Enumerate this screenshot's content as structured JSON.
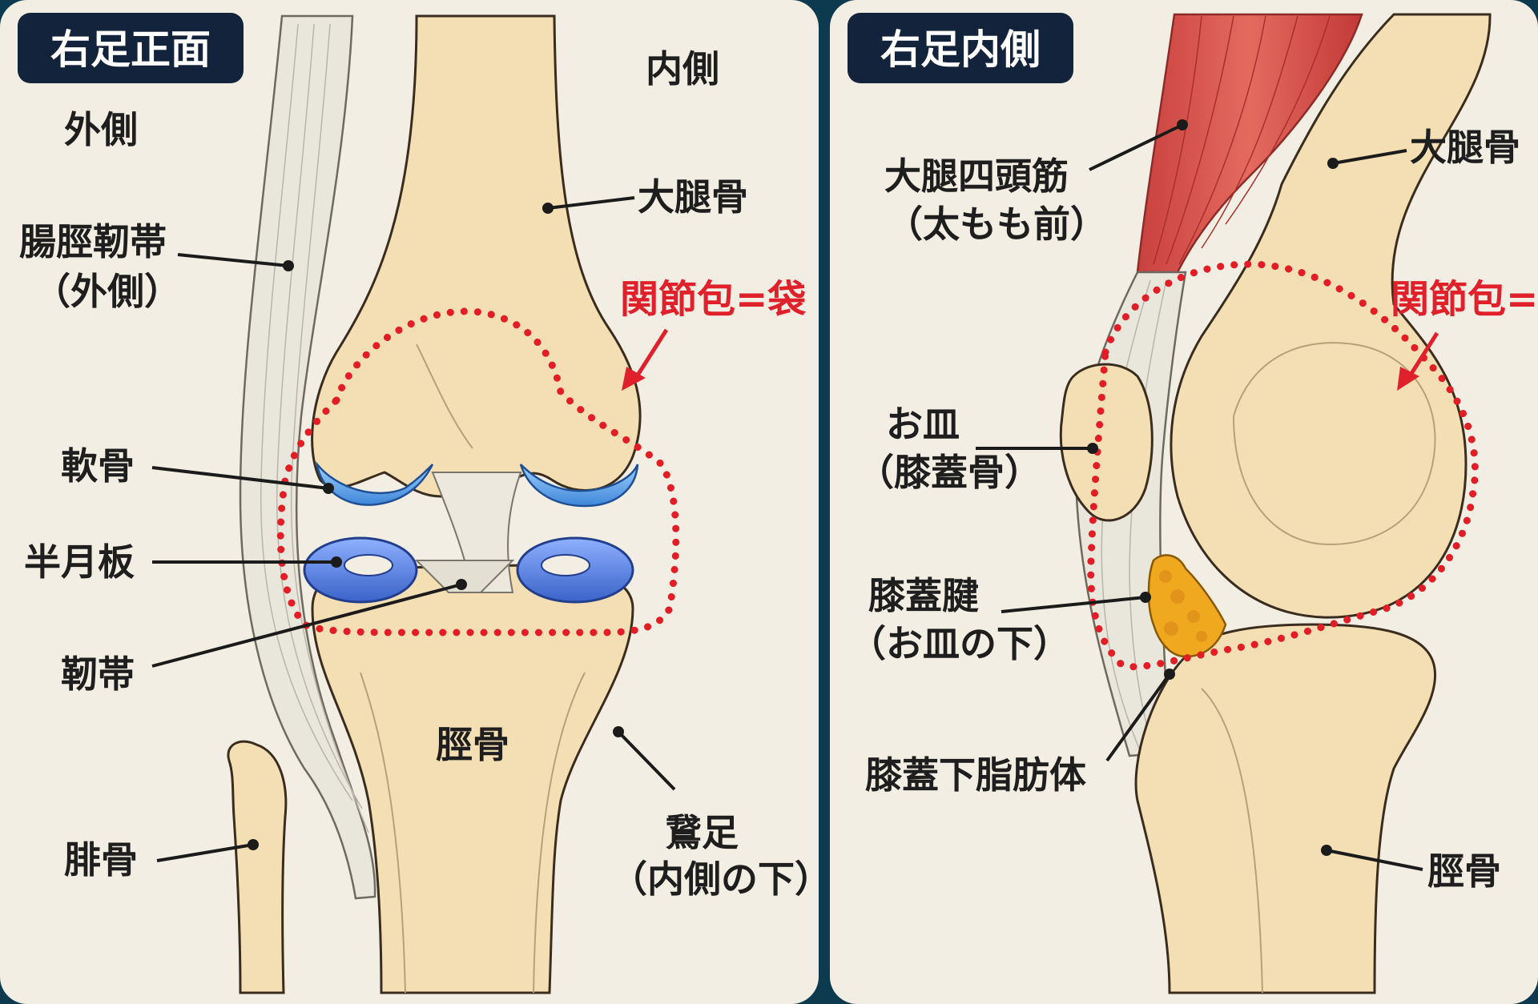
{
  "left_panel": {
    "title": "右足正面",
    "lateral": "外側",
    "medial": "内側",
    "femur": "大腿骨",
    "it_band": [
      "腸脛靭帯",
      "（外側）"
    ],
    "capsule": "関節包=袋",
    "cartilage": "軟骨",
    "meniscus": "半月板",
    "ligament": "靭帯",
    "tibia": "脛骨",
    "fibula": "腓骨",
    "pes_anserinus": [
      "鵞足",
      "（内側の下）"
    ]
  },
  "right_panel": {
    "title": "右足内側",
    "quadriceps": [
      "大腿四頭筋",
      "（太もも前）"
    ],
    "femur": "大腿骨",
    "capsule": "関節包=袋",
    "patella": [
      "お皿",
      "（膝蓋骨）"
    ],
    "patellar_tendon": [
      "膝蓋腱",
      "（お皿の下）"
    ],
    "fat_pad": "膝蓋下脂肪体",
    "tibia": "脛骨"
  },
  "colors": {
    "background": "#0d3a4e",
    "panel": "#f3eee3",
    "bone": "#f4deb4",
    "capsule_dots": "#e21d26",
    "cartilage": "#5aa0e8",
    "meniscus": "#4f7fe0",
    "muscle": "#d9534f",
    "fat_pad": "#f0a81e",
    "title_badge": "#14233c"
  }
}
